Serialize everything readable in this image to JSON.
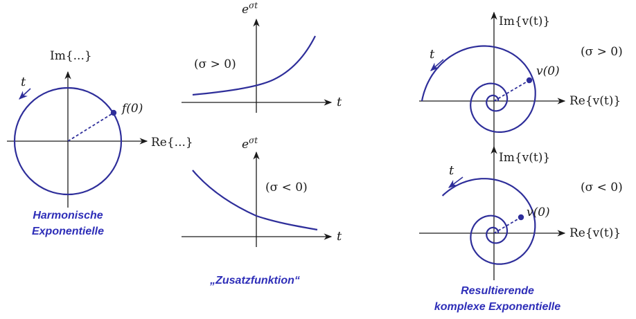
{
  "panel_harmonic": {
    "axis_im": "Im{...}",
    "axis_re": "Re{...}",
    "time_label": "t",
    "point_label": "f(0)",
    "caption_line1": "Harmonische",
    "caption_line2": "Exponentielle"
  },
  "panel_additional": {
    "top_axis_y": "e",
    "top_axis_y_exp": "σt",
    "top_axis_x": "t",
    "top_condition": "(σ > 0)",
    "bottom_axis_y": "e",
    "bottom_axis_y_exp": "σt",
    "bottom_axis_x": "t",
    "bottom_condition": "(σ < 0)",
    "caption": "„Zusatzfunktion“"
  },
  "panel_resulting": {
    "top_axis_im": "Im{v(t)}",
    "top_axis_re": "Re{v(t)}",
    "top_time_label": "t",
    "top_point_label": "v(0)",
    "top_condition": "(σ > 0)",
    "bottom_axis_im": "Im{v(t)}",
    "bottom_axis_re": "Re{v(t)}",
    "bottom_time_label": "t",
    "bottom_point_label": "v(0)",
    "bottom_condition": "(σ < 0)",
    "caption_line1": "Resultierende",
    "caption_line2": "komplexe Exponentielle"
  },
  "colors": {
    "curve": "#2e2e9a",
    "caption": "#2e2eb8",
    "axis": "#1a1a1a"
  }
}
